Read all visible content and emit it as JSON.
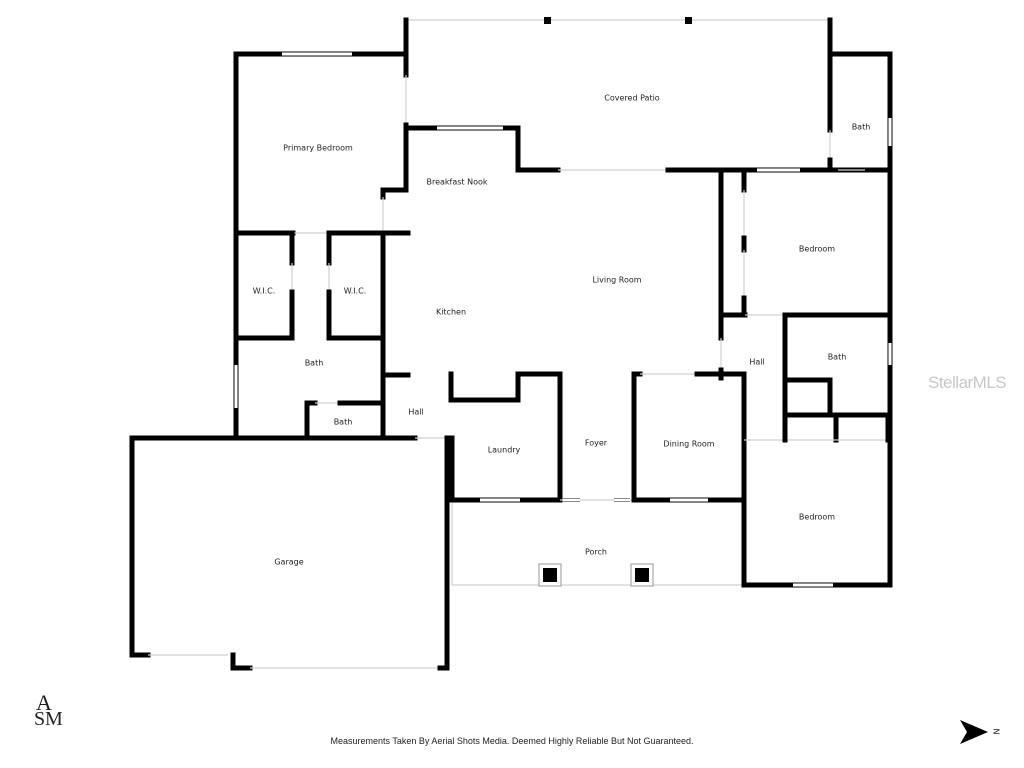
{
  "rooms": {
    "covered_patio": "Covered Patio",
    "primary_bedroom": "Primary Bedroom",
    "bath_top_right": "Bath",
    "breakfast_nook": "Breakfast Nook",
    "bedroom_right_top": "Bedroom",
    "living_room": "Living Room",
    "wic_left": "W.I.C.",
    "wic_right": "W.I.C.",
    "kitchen": "Kitchen",
    "hall_right": "Hall",
    "bath_right": "Bath",
    "bath_primary": "Bath",
    "hall_left": "Hall",
    "bath_small": "Bath",
    "laundry": "Laundry",
    "foyer": "Foyer",
    "dining_room": "Dining Room",
    "bedroom_right_bottom": "Bedroom",
    "porch": "Porch",
    "garage": "Garage"
  },
  "footer": {
    "disclaimer": "Measurements Taken By Aerial Shots Media. Deemed Highly Reliable But Not Guaranteed.",
    "logo_text": "ASM",
    "north_label": "N"
  },
  "watermark": "StellarMLS",
  "colors": {
    "wall": "#000000",
    "opening": "#d0d0d0",
    "watermark": "#c8c8c8"
  }
}
